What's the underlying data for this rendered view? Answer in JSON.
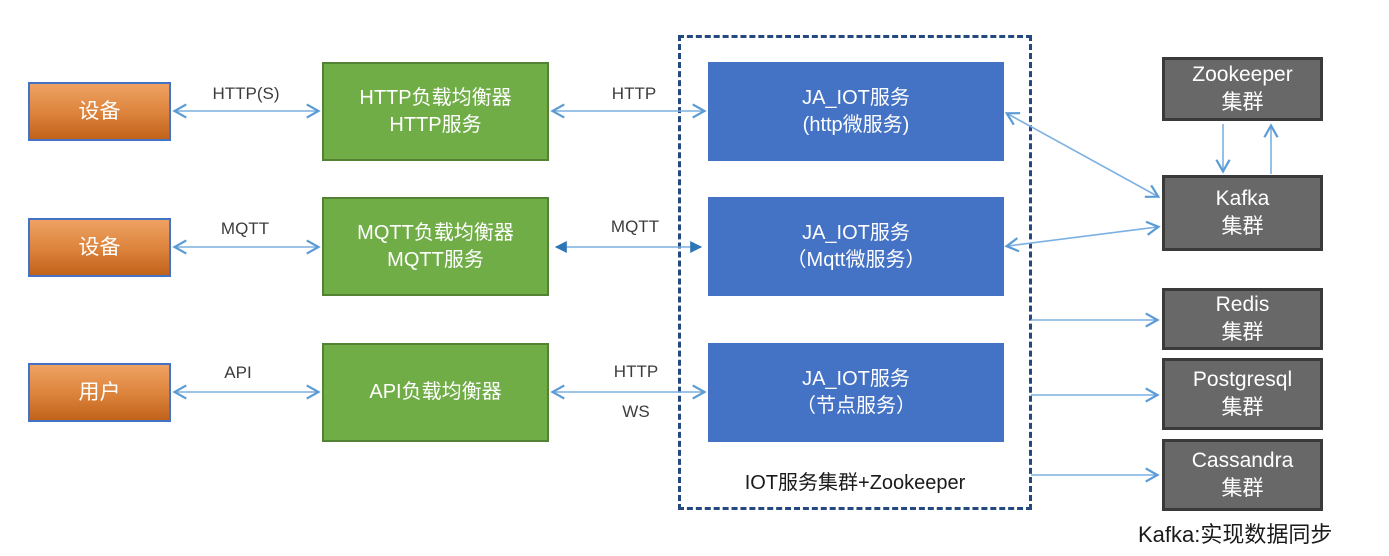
{
  "nodes": {
    "device1": {
      "label": "设备"
    },
    "device2": {
      "label": "设备"
    },
    "user": {
      "label": "用户"
    },
    "lb_http": {
      "line1": "HTTP负载均衡器",
      "line2": "HTTP服务"
    },
    "lb_mqtt": {
      "line1": "MQTT负载均衡器",
      "line2": "MQTT服务"
    },
    "lb_api": {
      "line1": "API负载均衡器"
    },
    "svc_http": {
      "line1": "JA_IOT服务",
      "line2": "(http微服务)"
    },
    "svc_mqtt": {
      "line1": "JA_IOT服务",
      "line2": "（Mqtt微服务）"
    },
    "svc_node": {
      "line1": "JA_IOT服务",
      "line2": "（节点服务）"
    },
    "zookeeper": {
      "line1": "Zookeeper",
      "line2": "集群"
    },
    "kafka": {
      "line1": "Kafka",
      "line2": "集群"
    },
    "redis": {
      "line1": "Redis",
      "line2": "集群"
    },
    "postgresql": {
      "line1": "Postgresql",
      "line2": "集群"
    },
    "cassandra": {
      "line1": "Cassandra",
      "line2": "集群"
    }
  },
  "edge_labels": {
    "https": "HTTP(S)",
    "http_row1": "HTTP",
    "mqtt_left": "MQTT",
    "mqtt_right": "MQTT",
    "api": "API",
    "http_row3": "HTTP",
    "ws_row3": "WS"
  },
  "captions": {
    "cluster": "IOT服务集群+Zookeeper",
    "kafka_note": "Kafka:实现数据同步"
  },
  "colors": {
    "orange_top": "#efa263",
    "orange_bottom": "#c2621a",
    "orange_border": "#4472c4",
    "green_fill": "#70ad47",
    "green_border": "#548235",
    "blue_fill": "#4472c4",
    "gray_fill": "#686868",
    "gray_border": "#3a3a3a",
    "arrow_line": "#7cb0e2",
    "arrow_head": "#5b9bd5",
    "arrow_head_filled": "#2e75b6",
    "dashed_border": "#24497e",
    "label_text": "#3c3c3c",
    "node_text": "#ffffff"
  }
}
